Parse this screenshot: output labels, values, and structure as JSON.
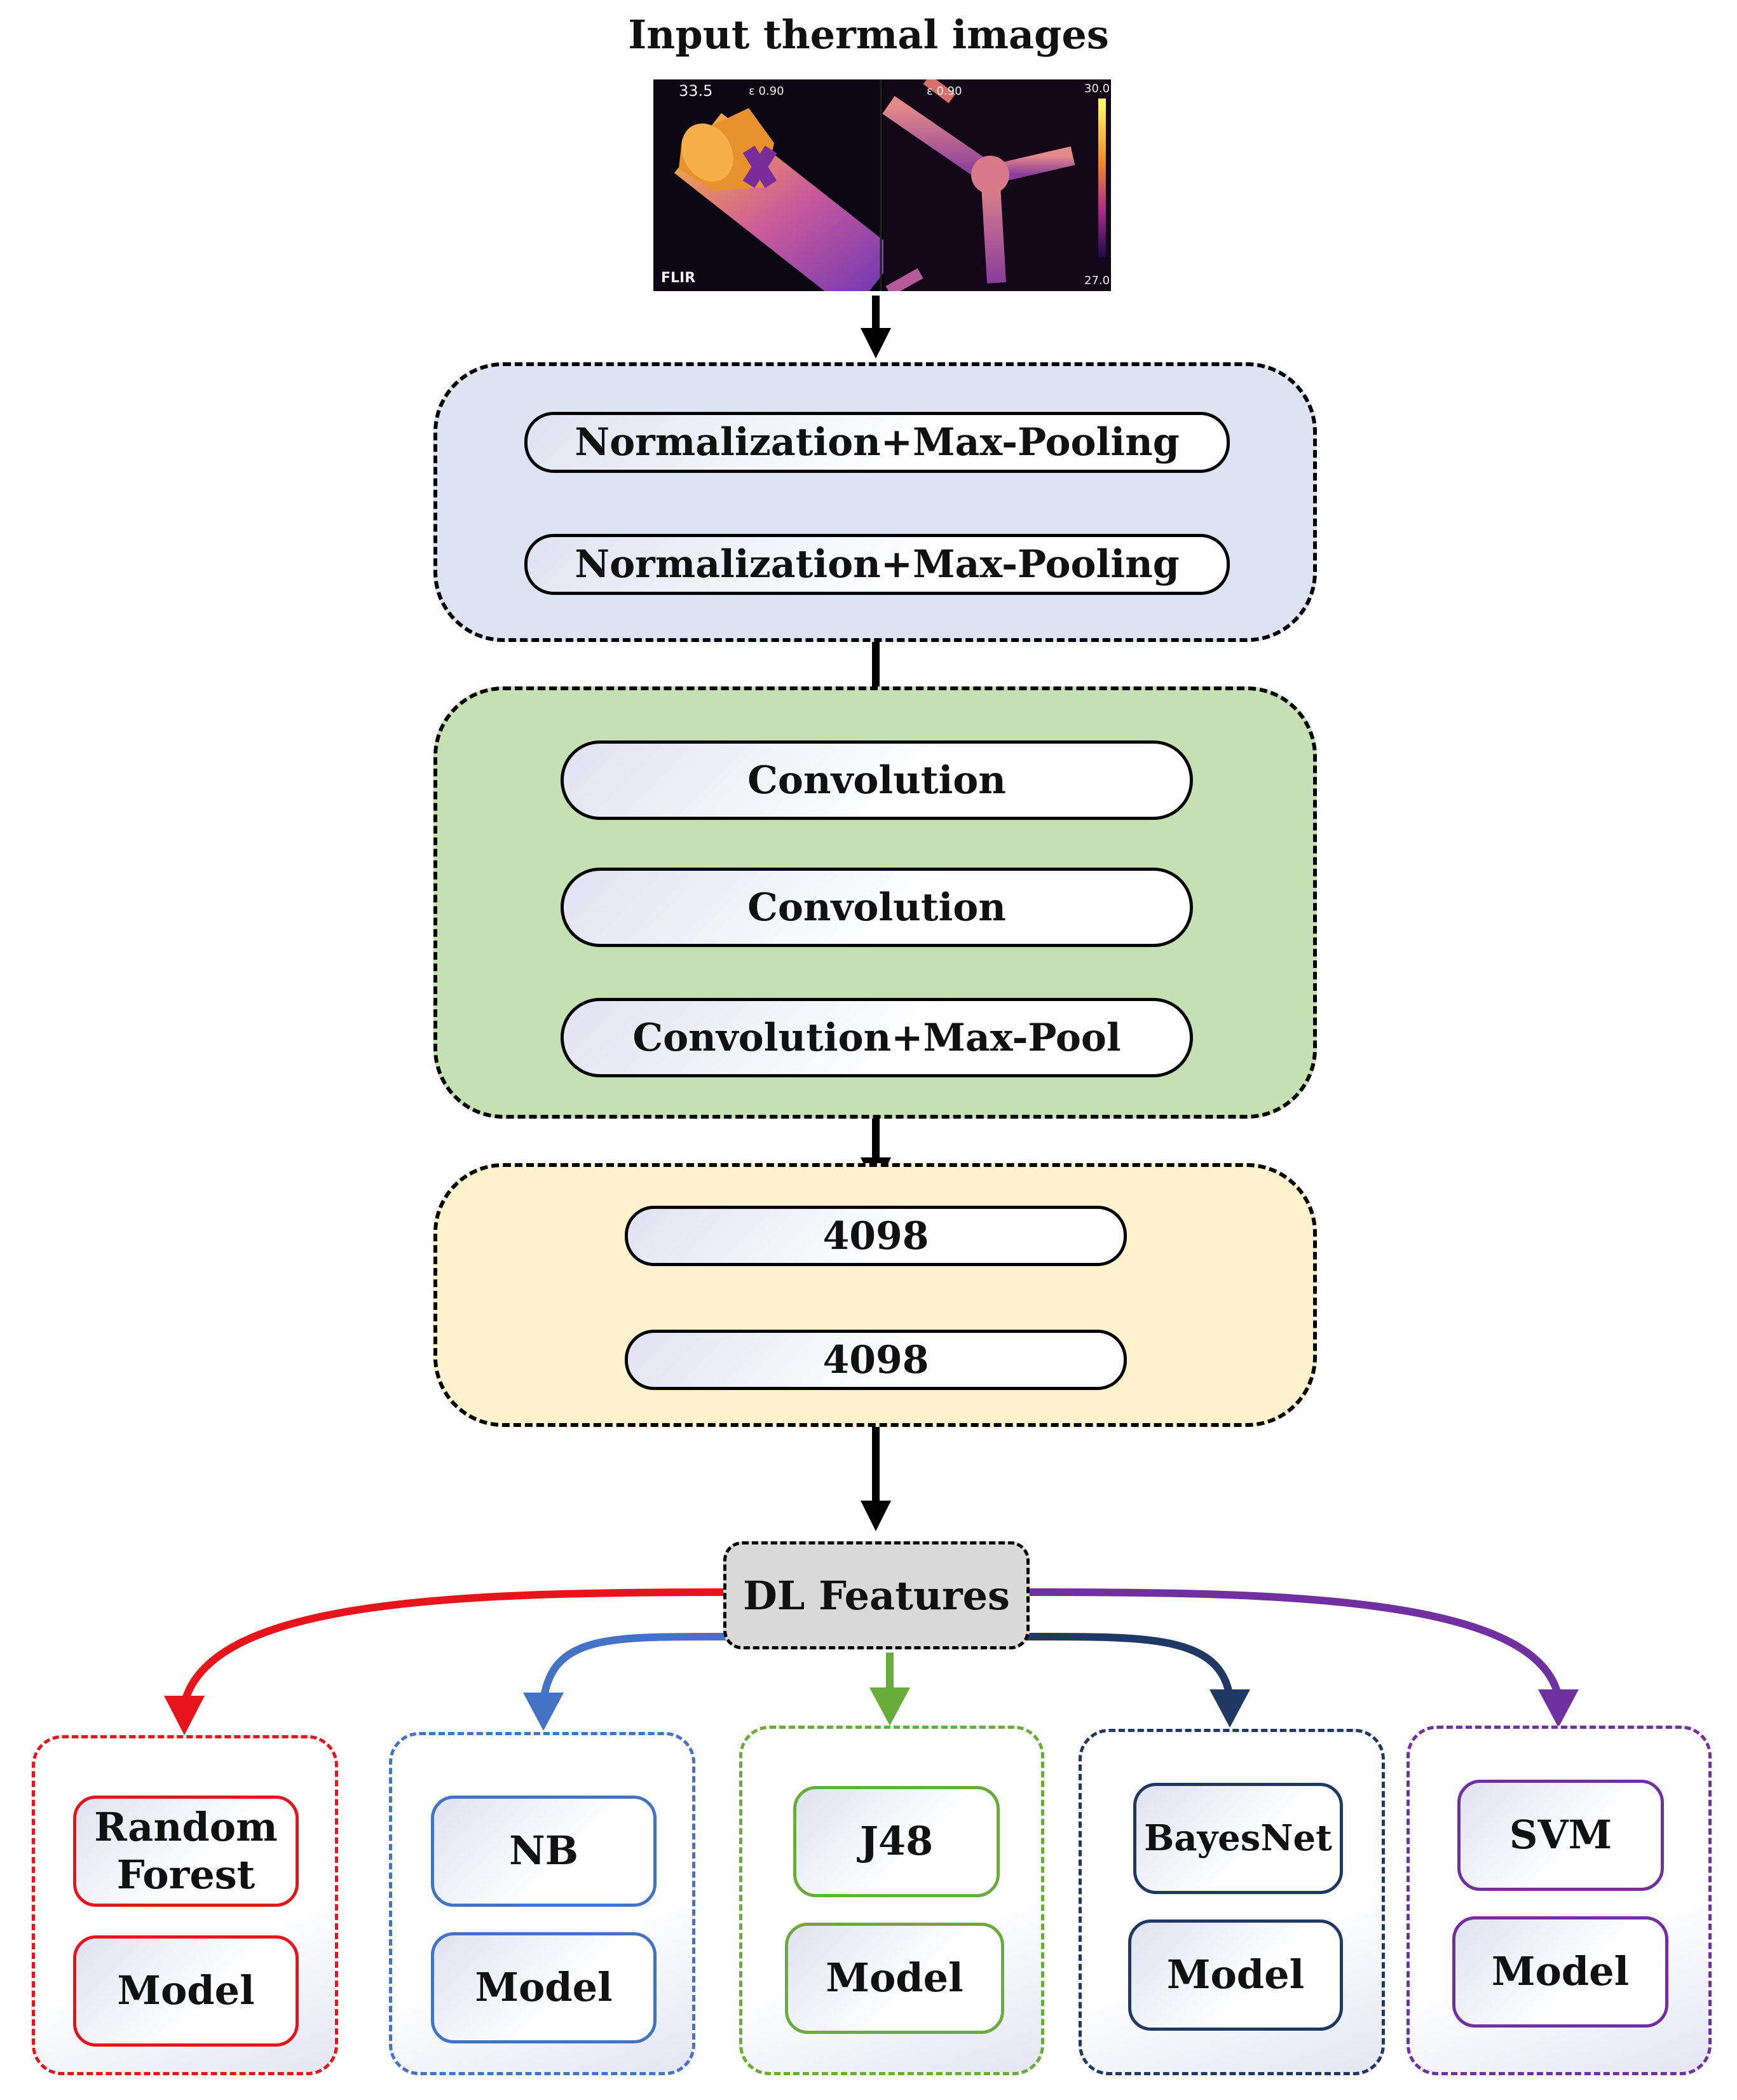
{
  "title": "Input thermal images",
  "thermal": {
    "left_temp": "33.5",
    "left_emissivity": "ε 0.90",
    "right_emissivity": "ε 0.90",
    "scale_max": "30.0",
    "scale_min": "27.0",
    "brand": "FLIR"
  },
  "preprocess": {
    "steps": [
      "Normalization+Max-Pooling",
      "Normalization+Max-Pooling"
    ]
  },
  "conv": {
    "steps": [
      "Convolution",
      "Convolution",
      "Convolution+Max-Pool"
    ]
  },
  "fc": {
    "steps": [
      "4098",
      "4098"
    ]
  },
  "features": "DL Features",
  "models": [
    {
      "name": "Random Forest",
      "line1": "Random",
      "line2": "Forest",
      "model": "Model",
      "color": "#e8141b"
    },
    {
      "name": "NB",
      "model": "Model",
      "color": "#4472c4"
    },
    {
      "name": "J48",
      "model": "Model",
      "color": "#6aac3c"
    },
    {
      "name": "BayesNet",
      "model": "Model",
      "color": "#1f3864"
    },
    {
      "name": "SVM",
      "model": "Model",
      "color": "#7030a0"
    }
  ],
  "colors": {
    "preprocess_bg": "#dde3f2",
    "conv_bg": "#c5e0b3",
    "fc_bg": "#fff2cc",
    "features_bg": "#d9d9d9"
  }
}
